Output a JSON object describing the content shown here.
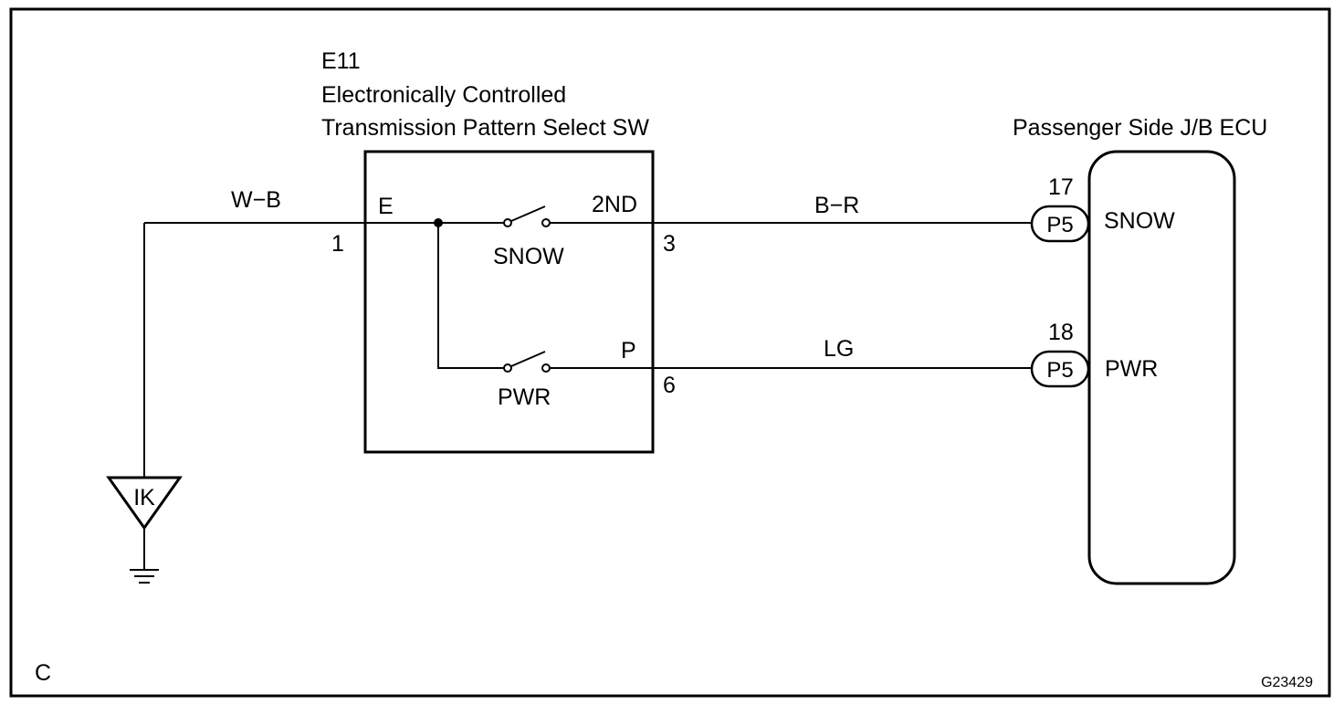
{
  "switch": {
    "code": "E11",
    "name_line1": "Electronically Controlled",
    "name_line2": "Transmission Pattern Select SW",
    "pin_e_label": "E",
    "pin_e_number": "1",
    "pin_2nd_label": "2ND",
    "pin_2nd_number": "3",
    "pin_p_label": "P",
    "pin_p_number": "6",
    "snow_switch_label": "SNOW",
    "pwr_switch_label": "PWR"
  },
  "ecu": {
    "name": "Passenger Side J/B ECU",
    "snow_terminal": {
      "pin": "17",
      "connector": "P5",
      "label": "SNOW"
    },
    "pwr_terminal": {
      "pin": "18",
      "connector": "P5",
      "label": "PWR"
    }
  },
  "wires": {
    "ground_wire_color": "W−B",
    "snow_wire_color": "B−R",
    "pwr_wire_color": "LG"
  },
  "ground": {
    "point_label": "IK"
  },
  "footer": {
    "corner_label": "C",
    "figure_code": "G23429"
  }
}
